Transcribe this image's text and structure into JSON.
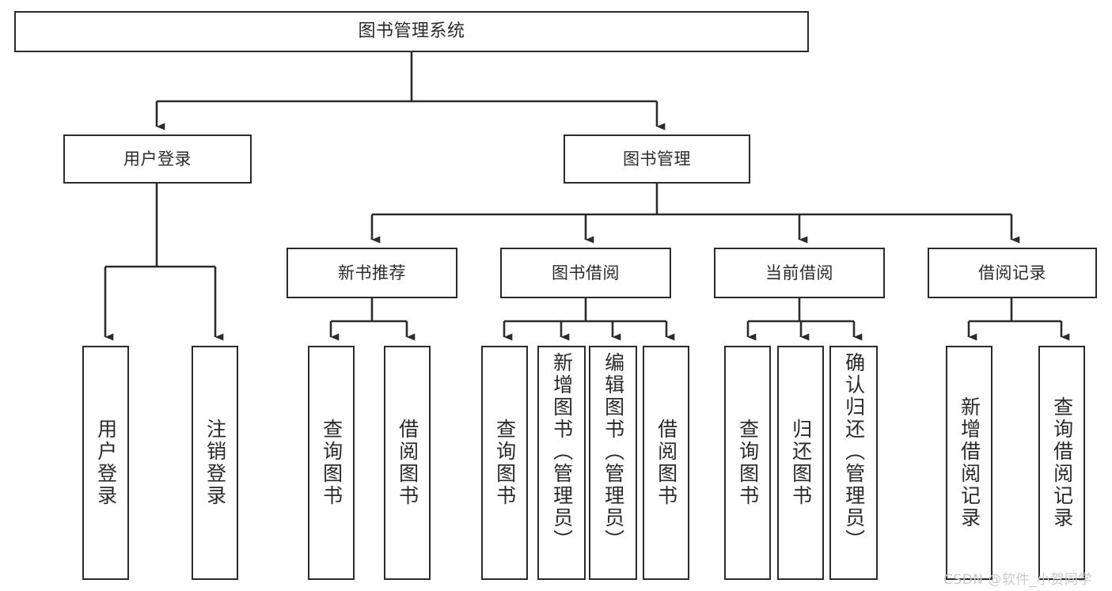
{
  "diagram": {
    "title": "图书管理系统",
    "type": "hierarchy-tree",
    "watermark": "CSDN @软件_小贺同学",
    "colors": {
      "box_border": "#2b2b2b",
      "box_fill": "#ffffff",
      "connector": "#2b2b2b",
      "text": "#2a2a2a",
      "watermark": "#c9c9c9",
      "background": "#ffffff"
    },
    "nodes": {
      "root": {
        "label": "图书管理系统"
      },
      "level1": [
        {
          "label": "用户登录"
        },
        {
          "label": "图书管理"
        }
      ],
      "level2": [
        {
          "label": "新书推荐"
        },
        {
          "label": "图书借阅"
        },
        {
          "label": "当前借阅"
        },
        {
          "label": "借阅记录"
        }
      ],
      "leaves_user_login": [
        {
          "label": "用户登录"
        },
        {
          "label": "注销登录"
        }
      ],
      "leaves_new_book": [
        {
          "label": "查询图书"
        },
        {
          "label": "借阅图书"
        }
      ],
      "leaves_borrow": [
        {
          "label": "查询图书"
        },
        {
          "label": "新增图书（管理员）"
        },
        {
          "label": "编辑图书（管理员）"
        },
        {
          "label": "借阅图书"
        }
      ],
      "leaves_current": [
        {
          "label": "查询图书"
        },
        {
          "label": "归还图书"
        },
        {
          "label": "确认归还（管理员）"
        }
      ],
      "leaves_record": [
        {
          "label": "新增借阅记录"
        },
        {
          "label": "查询借阅记录"
        }
      ]
    }
  }
}
